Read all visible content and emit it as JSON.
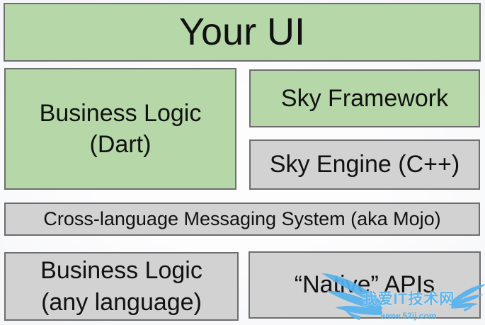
{
  "boxes": {
    "your_ui": {
      "label": "Your UI"
    },
    "business_logic_dart": {
      "line1": "Business Logic",
      "line2": "(Dart)"
    },
    "sky_framework": {
      "label": "Sky Framework"
    },
    "sky_engine": {
      "label": "Sky Engine (C++)"
    },
    "mojo": {
      "label": "Cross-language Messaging System (aka Mojo)"
    },
    "business_logic_any": {
      "line1": "Business Logic",
      "line2": "(any language)"
    },
    "native_apis": {
      "label": "“Native” APIs"
    }
  },
  "colors": {
    "box_green": "#b6d7a8",
    "box_gray": "#d2d2d2",
    "box_border": "#6e6e6e",
    "background": "#f3f4f6",
    "watermark_blue": "#56b3ee"
  },
  "watermark": {
    "site_name": "我爱IT技术网",
    "site_url": "www.52ij.com"
  }
}
